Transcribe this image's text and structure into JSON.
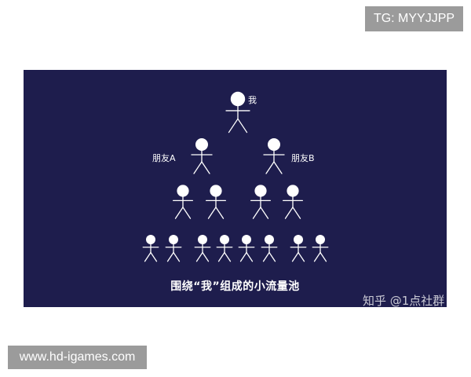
{
  "watermarks": {
    "top_right": "TG: MYYJJPP",
    "bottom_left": "www.hd-igames.com",
    "zhihu": "知乎 @1点社群"
  },
  "diagram": {
    "me_label": "我",
    "friend_a_label": "朋友A",
    "friend_b_label": "朋友B",
    "caption": "围绕“我”组成的小流量池"
  },
  "colors": {
    "panel_background": "#1e1d4d",
    "figure_stroke": "#ffffff",
    "watermark_background": "#9b9b9b"
  }
}
